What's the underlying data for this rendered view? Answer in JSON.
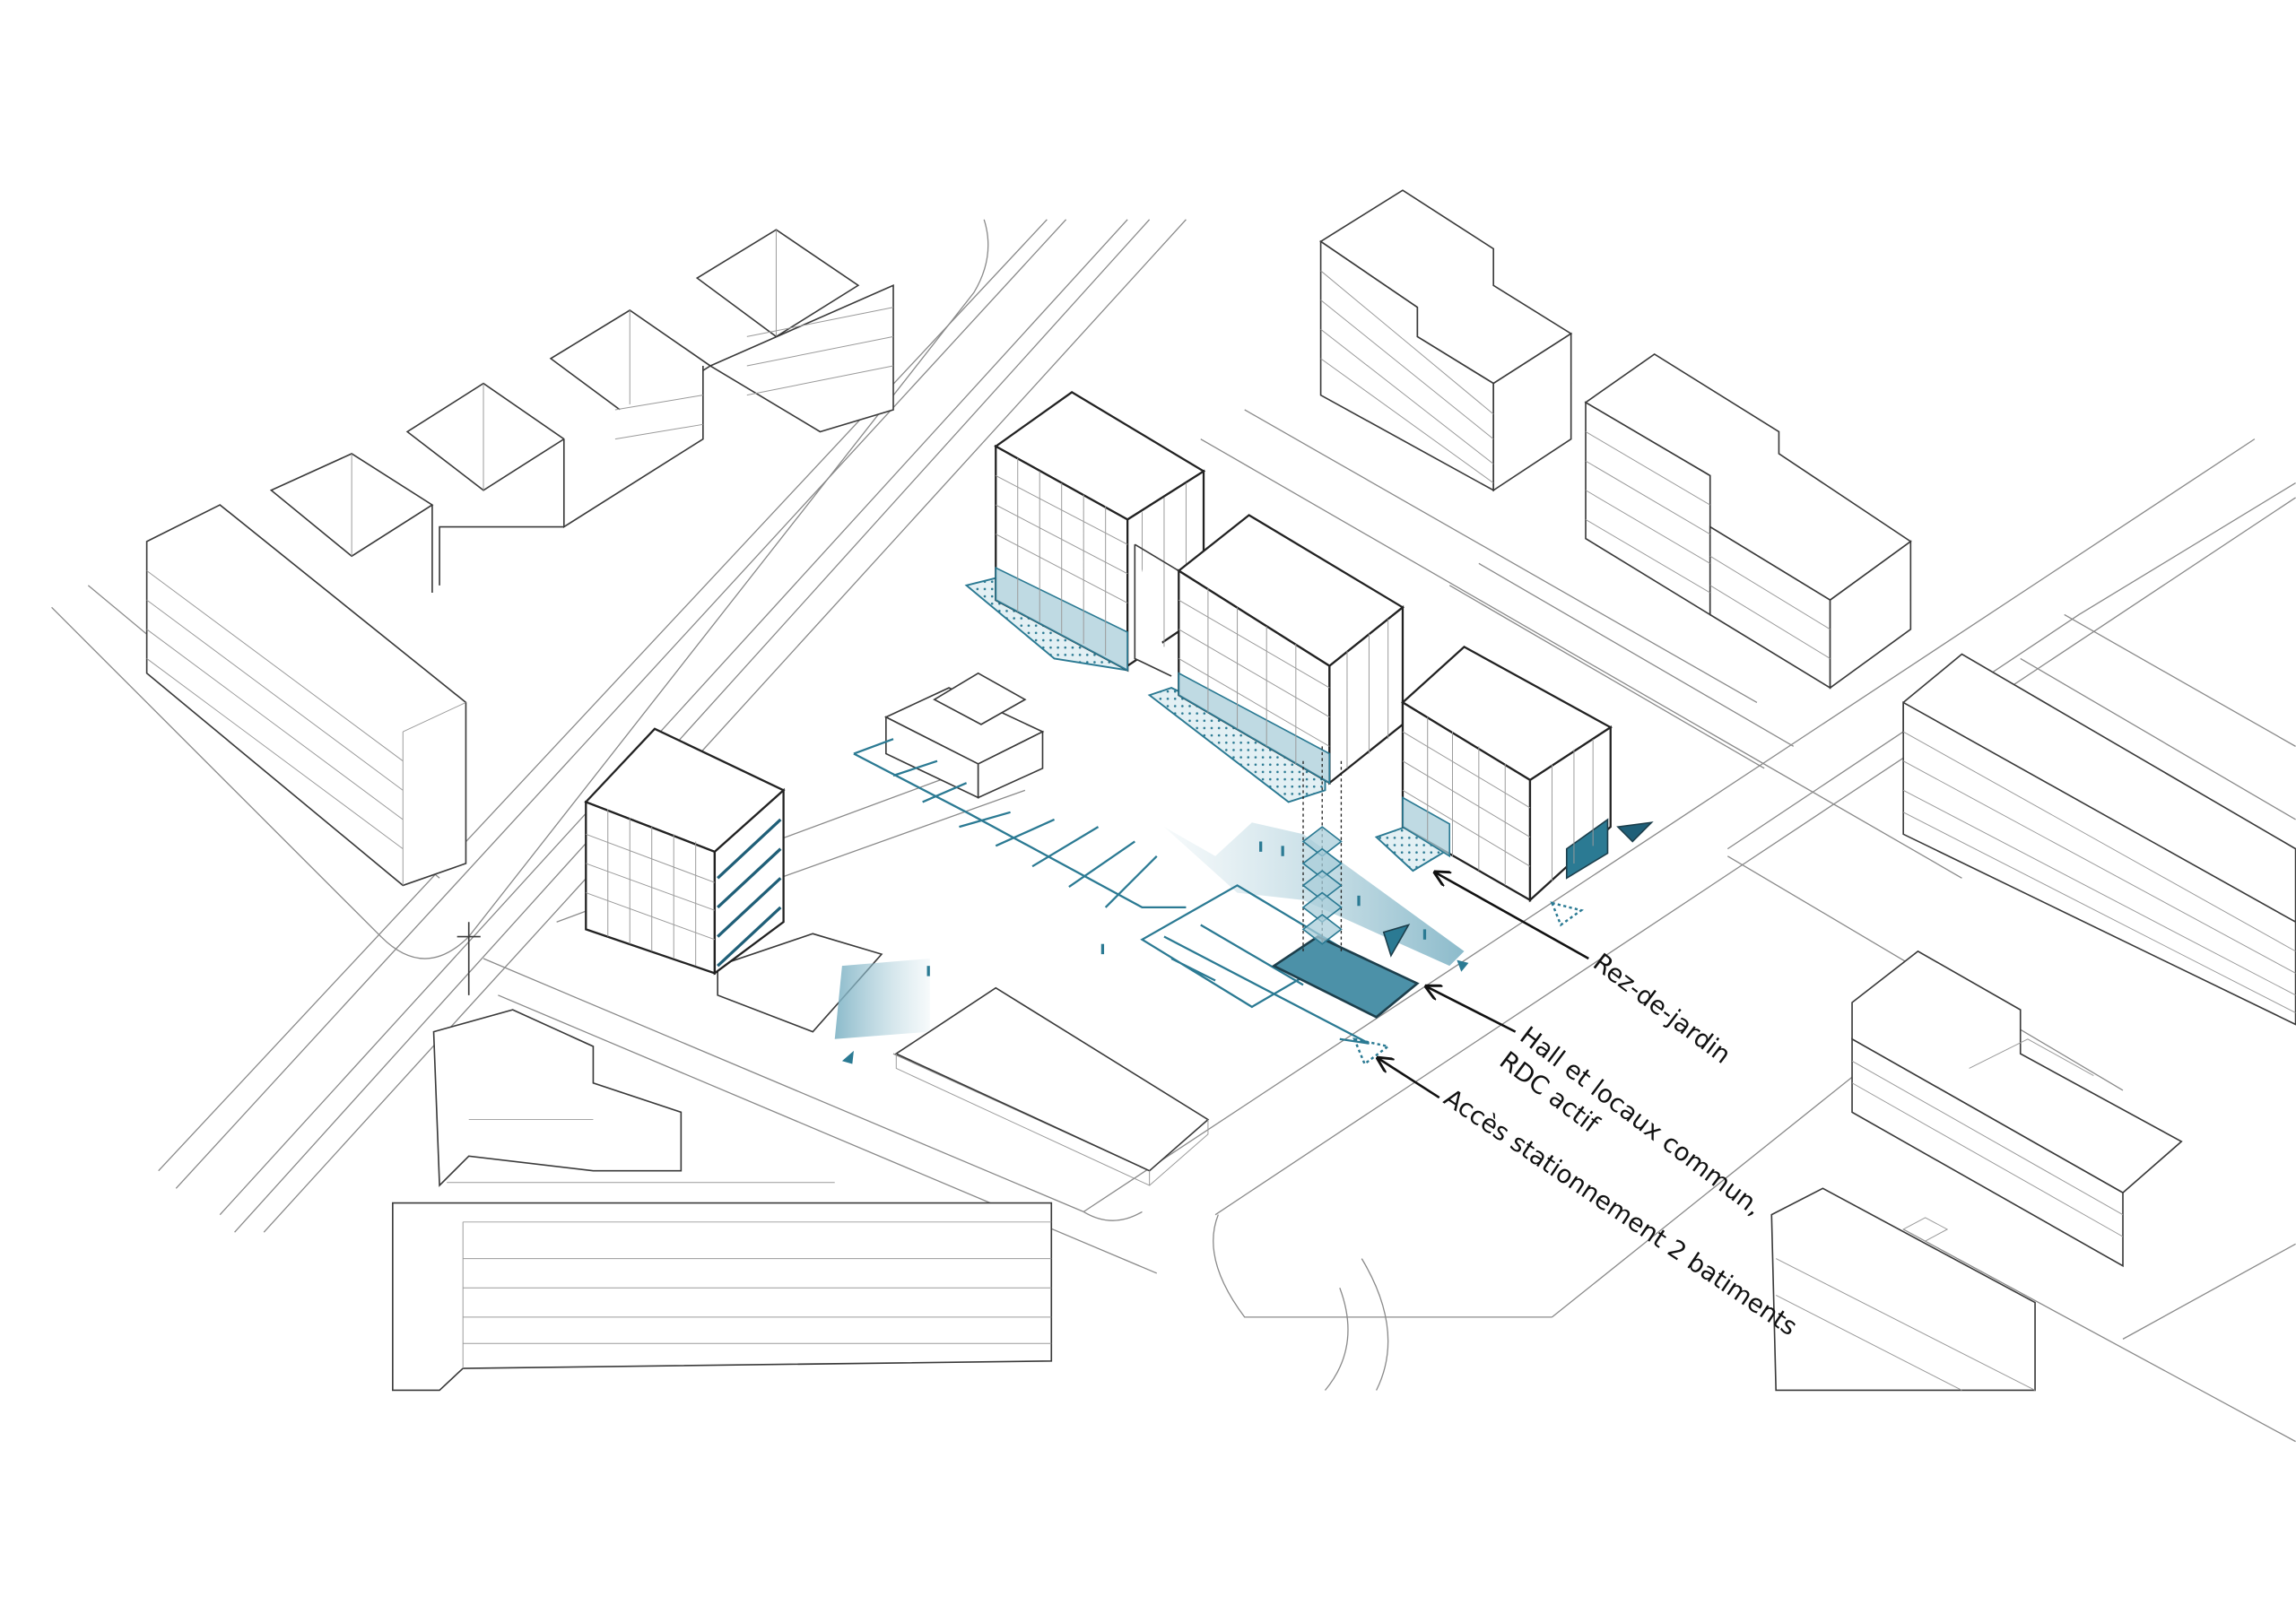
{
  "labels": {
    "rez_de_jardin": "Rez-de-jardin",
    "hall_line1": "Hall et locaux commun,",
    "hall_line2": "RDC  actif",
    "acces": "Accès stationnement 2 batiments"
  },
  "colors": {
    "accent": "#2b7a93",
    "accent_dark": "#1f5f78",
    "accent_light": "#a9cdd9",
    "linework": "#8a8a8a"
  }
}
